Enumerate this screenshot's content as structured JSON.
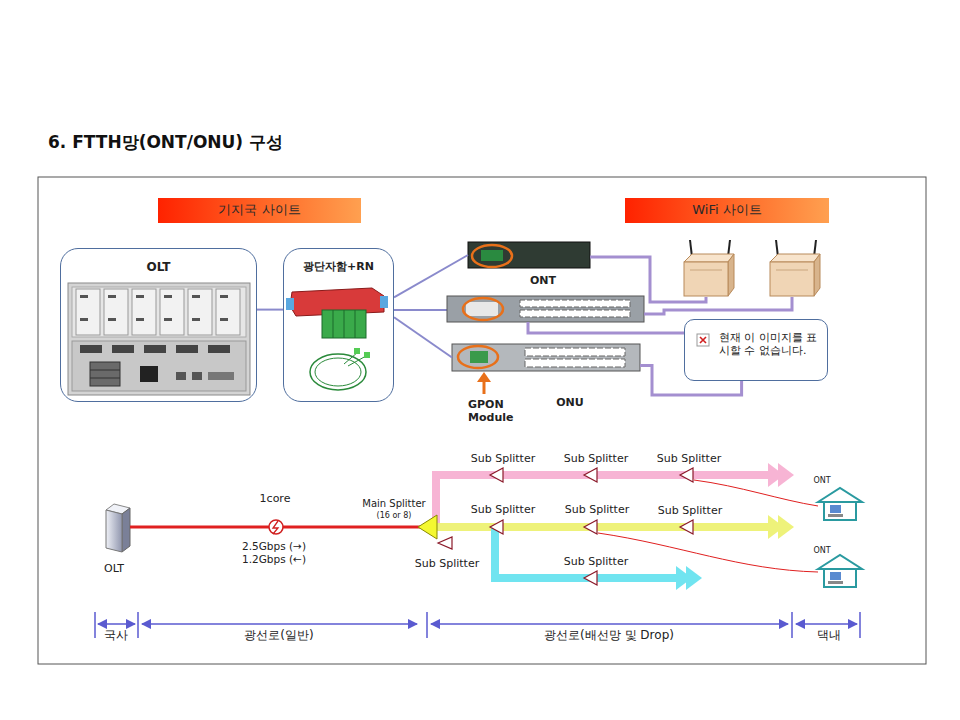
{
  "diagram": {
    "title": "6. FTTH망(ONT/ONU) 구성",
    "nodes": [
      {
        "text": [
          "기지국 사이트"
        ]
      },
      {
        "text": [
          "WiFi 사이트"
        ]
      },
      {
        "text": [
          "OLT"
        ]
      },
      {
        "text": [
          "광단자함+RN"
        ]
      },
      {
        "text": [
          "ONT"
        ]
      },
      {
        "text": [
          "현재 이 이미지를 표시할 수 없습니다."
        ]
      },
      {
        "text": [
          "ONU"
        ]
      }
    ],
    "edges": [
      {
        "from": 2,
        "to": 3,
        "arrow": "none"
      },
      {
        "from": 3,
        "to": 4,
        "arrow": "none"
      },
      {
        "from": 3,
        "to": 6,
        "arrow": "none"
      },
      {
        "from": 6,
        "to": 5,
        "arrow": "none"
      }
    ],
    "labels": [
      "GPON Module",
      "1core",
      "2.5Gbps (→)",
      "1.2Gbps (←)",
      "OLT",
      "Main Splitter",
      "(16 or 8)",
      "Sub Splitter",
      "Sub Splitter",
      "Sub Splitter",
      "Sub Splitter",
      "Sub Splitter",
      "Sub Splitter",
      "Sub Splitter",
      "Sub Splitter",
      "ONT",
      "ONT",
      "국사",
      "광선로(일반)",
      "광선로(배선망 및 Drop)",
      "댁내"
    ]
  }
}
